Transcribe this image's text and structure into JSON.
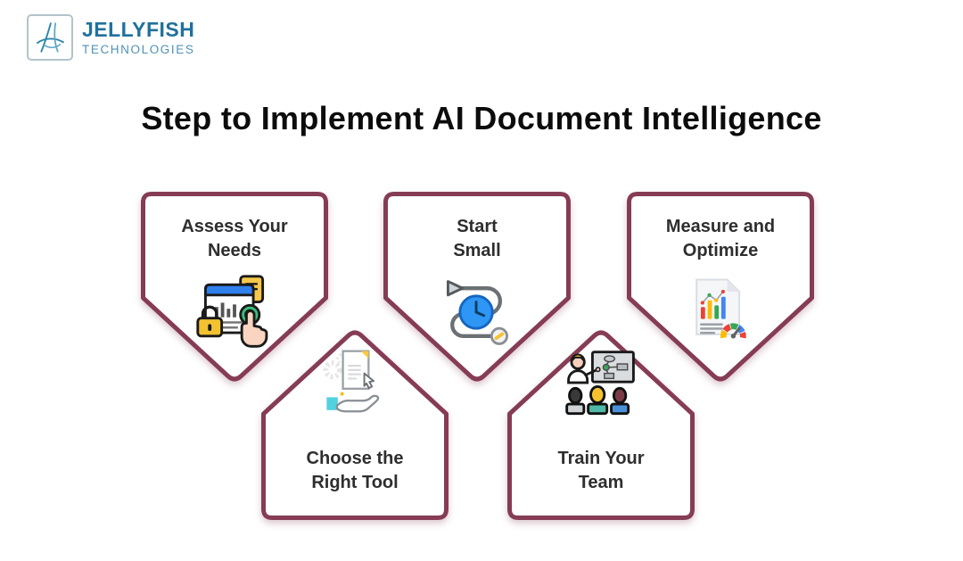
{
  "theme": {
    "background": "#ffffff",
    "card_border": "#853c54",
    "card_fill": "#ffffff",
    "label_color": "#2e2e2e",
    "title_color": "#0c0c0c",
    "brand_name_color": "#20719c",
    "brand_sub_color": "#4e93b4"
  },
  "logo": {
    "name": "JELLYFISH",
    "subtitle": "TECHNOLOGIES",
    "icon": "jellyfish-logo-icon"
  },
  "title": {
    "text": "Step to Implement AI Document Intelligence"
  },
  "steps": [
    {
      "id": "assess-your-needs",
      "line1": "Assess Your",
      "line2": "Needs",
      "icon": "assess-needs-icon",
      "shape": "point-down"
    },
    {
      "id": "start-small",
      "line1": "Start",
      "line2": "Small",
      "icon": "start-small-icon",
      "shape": "point-down"
    },
    {
      "id": "measure-and-optimize",
      "line1": "Measure and",
      "line2": "Optimize",
      "icon": "measure-optimize-icon",
      "shape": "point-down"
    },
    {
      "id": "choose-the-right-tool",
      "line1": "Choose the",
      "line2": "Right Tool",
      "icon": "choose-tool-icon",
      "shape": "point-up"
    },
    {
      "id": "train-your-team",
      "line1": "Train Your",
      "line2": "Team",
      "icon": "train-team-icon",
      "shape": "point-up"
    }
  ]
}
